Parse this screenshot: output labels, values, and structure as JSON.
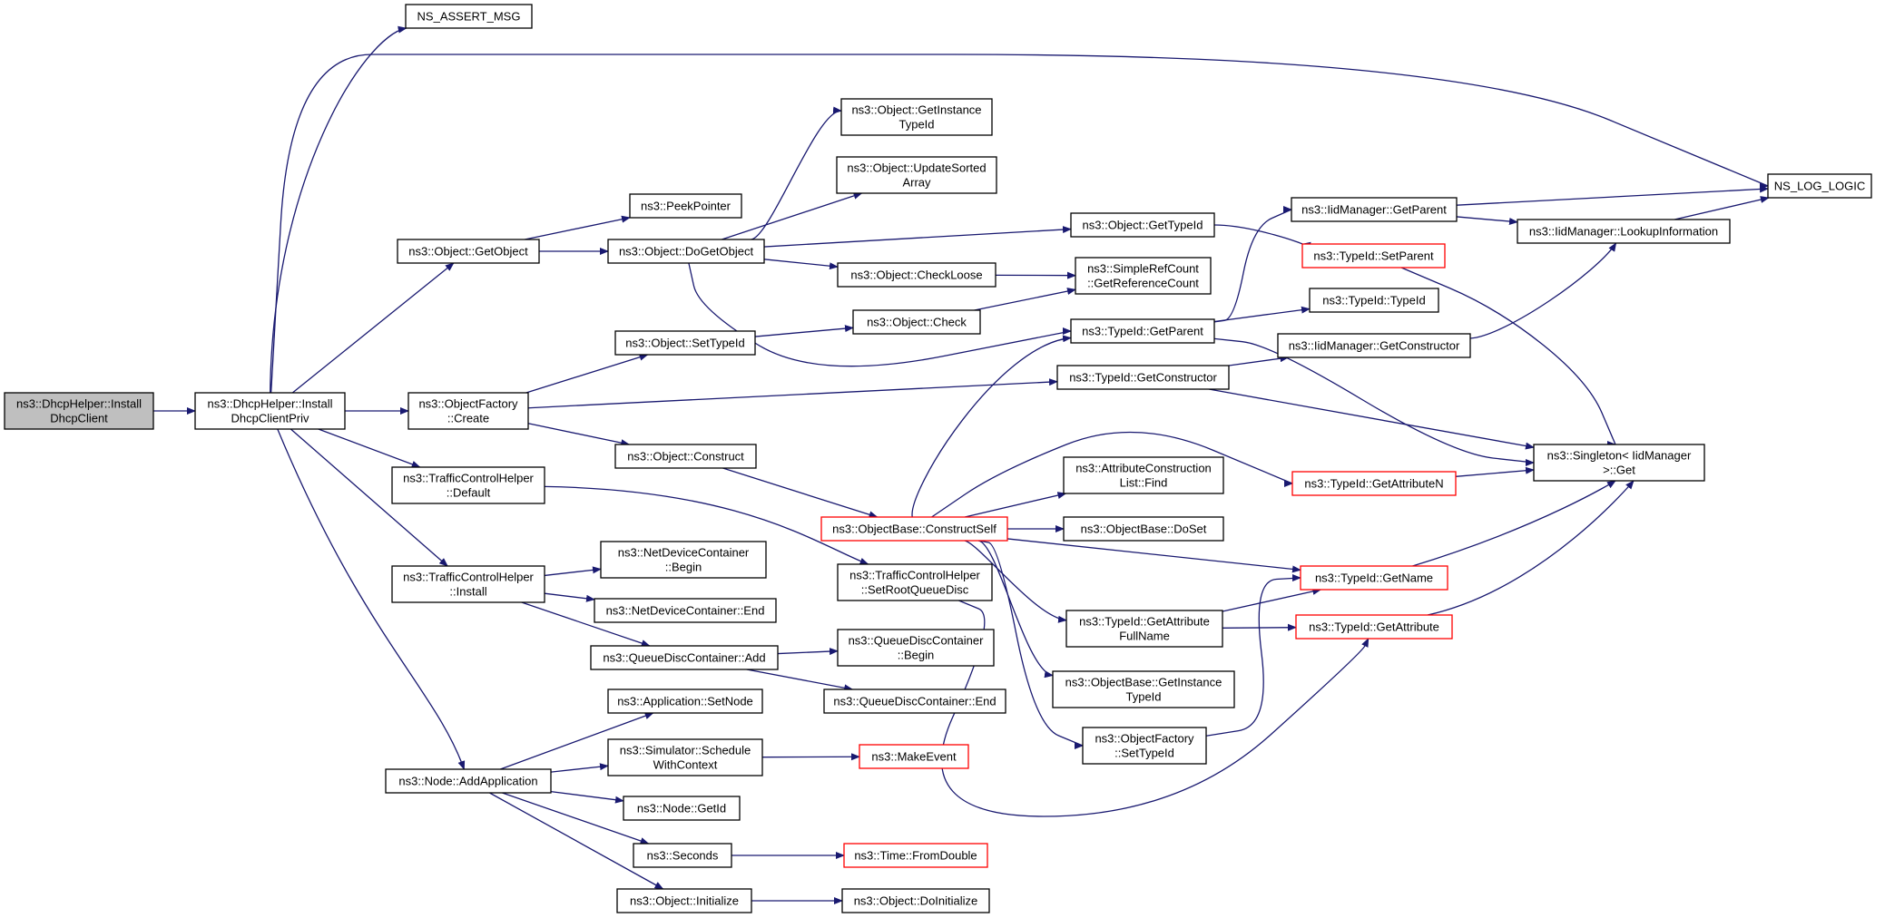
{
  "diagram": {
    "edge_color": "#191970",
    "truncated_node_color": "#ff0000",
    "root_fill": "#bfbfbf",
    "nodes": [
      {
        "id": "n0",
        "lines": [
          "ns3::DhcpHelper::Install",
          "DhcpClient"
        ],
        "style": "root"
      },
      {
        "id": "n1",
        "lines": [
          "ns3::DhcpHelper::Install",
          "DhcpClientPriv"
        ]
      },
      {
        "id": "n2",
        "lines": [
          "NS_ASSERT_MSG"
        ]
      },
      {
        "id": "n3",
        "lines": [
          "NS_LOG_LOGIC"
        ]
      },
      {
        "id": "n4",
        "lines": [
          "ns3::Object::GetObject"
        ]
      },
      {
        "id": "n5",
        "lines": [
          "ns3::ObjectFactory",
          "::Create"
        ]
      },
      {
        "id": "n6",
        "lines": [
          "ns3::TrafficControlHelper",
          "::Default"
        ]
      },
      {
        "id": "n7",
        "lines": [
          "ns3::TrafficControlHelper",
          "::Install"
        ]
      },
      {
        "id": "n8",
        "lines": [
          "ns3::Node::AddApplication"
        ]
      },
      {
        "id": "n9",
        "lines": [
          "ns3::PeekPointer"
        ]
      },
      {
        "id": "n10",
        "lines": [
          "ns3::Object::DoGetObject"
        ]
      },
      {
        "id": "n11",
        "lines": [
          "ns3::Object::SetTypeId"
        ]
      },
      {
        "id": "n12",
        "lines": [
          "ns3::Object::Construct"
        ]
      },
      {
        "id": "n13",
        "lines": [
          "ns3::NetDeviceContainer",
          "::Begin"
        ]
      },
      {
        "id": "n14",
        "lines": [
          "ns3::NetDeviceContainer::End"
        ]
      },
      {
        "id": "n15",
        "lines": [
          "ns3::QueueDiscContainer::Add"
        ]
      },
      {
        "id": "n16",
        "lines": [
          "ns3::Application::SetNode"
        ]
      },
      {
        "id": "n17",
        "lines": [
          "ns3::Simulator::Schedule",
          "WithContext"
        ]
      },
      {
        "id": "n18",
        "lines": [
          "ns3::Node::GetId"
        ]
      },
      {
        "id": "n19",
        "lines": [
          "ns3::Seconds"
        ]
      },
      {
        "id": "n20",
        "lines": [
          "ns3::Object::Initialize"
        ]
      },
      {
        "id": "n21",
        "lines": [
          "ns3::Object::GetInstance",
          "TypeId"
        ]
      },
      {
        "id": "n22",
        "lines": [
          "ns3::Object::UpdateSorted",
          "Array"
        ]
      },
      {
        "id": "n23",
        "lines": [
          "ns3::Object::CheckLoose"
        ]
      },
      {
        "id": "n24",
        "lines": [
          "ns3::Object::Check"
        ]
      },
      {
        "id": "n25",
        "lines": [
          "ns3::TrafficControlHelper",
          "::SetRootQueueDisc"
        ]
      },
      {
        "id": "n26",
        "lines": [
          "ns3::QueueDiscContainer",
          "::Begin"
        ]
      },
      {
        "id": "n27",
        "lines": [
          "ns3::QueueDiscContainer::End"
        ]
      },
      {
        "id": "n28",
        "lines": [
          "ns3::MakeEvent"
        ],
        "style": "red"
      },
      {
        "id": "n29",
        "lines": [
          "ns3::Time::FromDouble"
        ],
        "style": "red"
      },
      {
        "id": "n30",
        "lines": [
          "ns3::Object::DoInitialize"
        ]
      },
      {
        "id": "n31",
        "lines": [
          "ns3::Object::GetTypeId"
        ]
      },
      {
        "id": "n32",
        "lines": [
          "ns3::SimpleRefCount",
          "::GetReferenceCount"
        ]
      },
      {
        "id": "n33",
        "lines": [
          "ns3::TypeId::GetParent"
        ]
      },
      {
        "id": "n34",
        "lines": [
          "ns3::TypeId::GetConstructor"
        ]
      },
      {
        "id": "n35",
        "lines": [
          "ns3::ObjectBase::ConstructSelf"
        ],
        "style": "red"
      },
      {
        "id": "n36",
        "lines": [
          "ns3::AttributeConstruction",
          "List::Find"
        ]
      },
      {
        "id": "n37",
        "lines": [
          "ns3::ObjectBase::DoSet"
        ]
      },
      {
        "id": "n38",
        "lines": [
          "ns3::TypeId::GetAttribute",
          "FullName"
        ]
      },
      {
        "id": "n39",
        "lines": [
          "ns3::ObjectBase::GetInstance",
          "TypeId"
        ]
      },
      {
        "id": "n40",
        "lines": [
          "ns3::ObjectFactory",
          "::SetTypeId"
        ]
      },
      {
        "id": "n41",
        "lines": [
          "ns3::IidManager::GetParent"
        ]
      },
      {
        "id": "n42",
        "lines": [
          "ns3::TypeId::SetParent"
        ],
        "style": "red"
      },
      {
        "id": "n43",
        "lines": [
          "ns3::TypeId::TypeId"
        ]
      },
      {
        "id": "n44",
        "lines": [
          "ns3::IidManager::GetConstructor"
        ]
      },
      {
        "id": "n45",
        "lines": [
          "ns3::TypeId::GetAttributeN"
        ],
        "style": "red"
      },
      {
        "id": "n46",
        "lines": [
          "ns3::TypeId::GetName"
        ],
        "style": "red"
      },
      {
        "id": "n47",
        "lines": [
          "ns3::TypeId::GetAttribute"
        ],
        "style": "red"
      },
      {
        "id": "n48",
        "lines": [
          "ns3::IidManager::LookupInformation"
        ]
      },
      {
        "id": "n49",
        "lines": [
          "ns3::Singleton< IidManager",
          ">::Get"
        ]
      }
    ],
    "edges": [
      [
        "n0",
        "n1"
      ],
      [
        "n1",
        "n2"
      ],
      [
        "n1",
        "n3"
      ],
      [
        "n1",
        "n4"
      ],
      [
        "n1",
        "n5"
      ],
      [
        "n1",
        "n6"
      ],
      [
        "n1",
        "n7"
      ],
      [
        "n1",
        "n8"
      ],
      [
        "n4",
        "n9"
      ],
      [
        "n4",
        "n10"
      ],
      [
        "n10",
        "n21"
      ],
      [
        "n10",
        "n22"
      ],
      [
        "n10",
        "n31"
      ],
      [
        "n10",
        "n23"
      ],
      [
        "n10",
        "n33"
      ],
      [
        "n5",
        "n11"
      ],
      [
        "n5",
        "n34"
      ],
      [
        "n5",
        "n12"
      ],
      [
        "n11",
        "n24"
      ],
      [
        "n24",
        "n32"
      ],
      [
        "n23",
        "n32"
      ],
      [
        "n12",
        "n35"
      ],
      [
        "n6",
        "n25"
      ],
      [
        "n7",
        "n13"
      ],
      [
        "n7",
        "n14"
      ],
      [
        "n7",
        "n15"
      ],
      [
        "n15",
        "n26"
      ],
      [
        "n15",
        "n27"
      ],
      [
        "n8",
        "n16"
      ],
      [
        "n8",
        "n17"
      ],
      [
        "n8",
        "n18"
      ],
      [
        "n8",
        "n19"
      ],
      [
        "n8",
        "n20"
      ],
      [
        "n17",
        "n28"
      ],
      [
        "n19",
        "n29"
      ],
      [
        "n20",
        "n30"
      ],
      [
        "n31",
        "n42"
      ],
      [
        "n33",
        "n41"
      ],
      [
        "n33",
        "n43"
      ],
      [
        "n33",
        "n49"
      ],
      [
        "n34",
        "n44"
      ],
      [
        "n34",
        "n49"
      ],
      [
        "n35",
        "n33"
      ],
      [
        "n35",
        "n45"
      ],
      [
        "n35",
        "n36"
      ],
      [
        "n35",
        "n37"
      ],
      [
        "n35",
        "n46"
      ],
      [
        "n35",
        "n38"
      ],
      [
        "n35",
        "n39"
      ],
      [
        "n35",
        "n40"
      ],
      [
        "n38",
        "n46"
      ],
      [
        "n38",
        "n47"
      ],
      [
        "n40",
        "n46"
      ],
      [
        "n25",
        "n47"
      ],
      [
        "n41",
        "n3"
      ],
      [
        "n41",
        "n48"
      ],
      [
        "n44",
        "n48"
      ],
      [
        "n48",
        "n3"
      ],
      [
        "n42",
        "n49"
      ],
      [
        "n45",
        "n49"
      ],
      [
        "n46",
        "n49"
      ],
      [
        "n47",
        "n49"
      ]
    ]
  }
}
